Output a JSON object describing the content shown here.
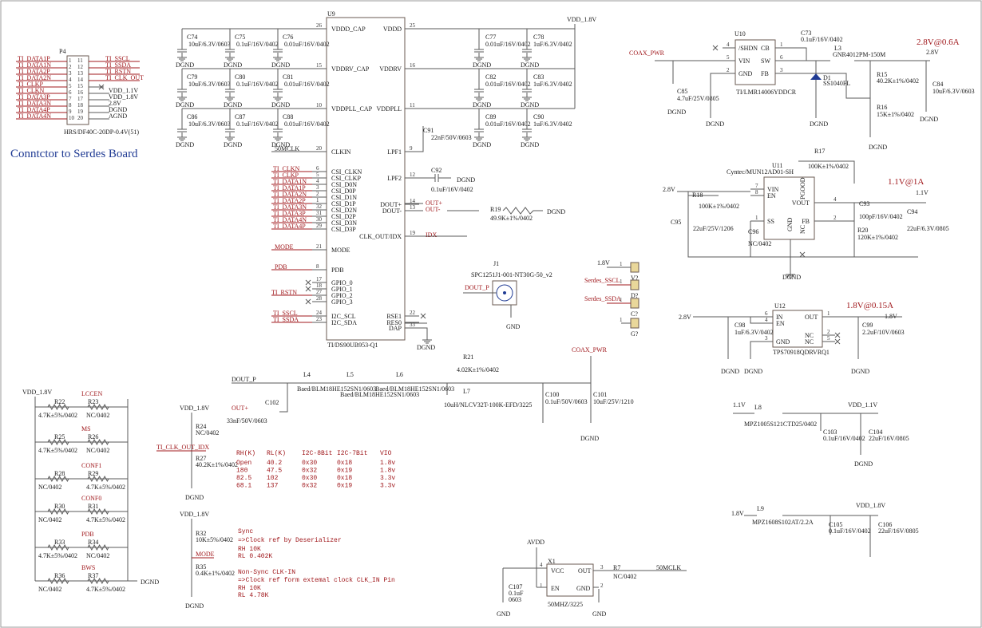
{
  "colors": {
    "wire": "#5a5a5a",
    "net": "#a0181c",
    "title": "#1f3a93",
    "box": "#6a5a50"
  },
  "title_text": "Conntctor to Serdes Board",
  "p4": {
    "ref": "P4",
    "part": "HRS/DF40C-20DP-0.4V(51)",
    "left_nets": [
      "TI_DATA1P",
      "TI_DATA1N",
      "TI_DATA2P",
      "TI_DATA2N",
      "TI_CLKP",
      "TI_CLKN",
      "TI_DATA3P",
      "TI_DATA3N",
      "TI_DATA4P",
      "TI_DATA4N"
    ],
    "left_pins": [
      "1",
      "2",
      "3",
      "4",
      "5",
      "6",
      "7",
      "8",
      "9",
      "10"
    ],
    "right_pins": [
      "11",
      "12",
      "13",
      "14",
      "15",
      "16",
      "17",
      "18",
      "19",
      "20"
    ],
    "right_nets": [
      "TI_SSCL",
      "TI_SSDA",
      "TI_RSTN",
      "TI_CLK_OUT",
      "",
      "VDD_1.1V",
      "VDD_1.8V",
      "2.8V",
      "DGND",
      "AGND"
    ]
  },
  "u9": {
    "ref": "U9",
    "part": "TI/DS90UB953-Q1",
    "left_pins": [
      {
        "num": "26",
        "name": "VDDD_CAP"
      },
      {
        "num": "15",
        "name": "VDDRV_CAP"
      },
      {
        "num": "10",
        "name": "VDDPLL_CAP"
      },
      {
        "num": "20",
        "name": "CLKIN"
      },
      {
        "num": "6",
        "name": "CSI_CLKN"
      },
      {
        "num": "5",
        "name": "CSI_CLKP"
      },
      {
        "num": "4",
        "name": "CSI_D0N"
      },
      {
        "num": "3",
        "name": "CSI_D0P"
      },
      {
        "num": "2",
        "name": "CSI_D1N"
      },
      {
        "num": "1",
        "name": "CSI_D1P"
      },
      {
        "num": "32",
        "name": "CSI_D2N"
      },
      {
        "num": "31",
        "name": "CSI_D2P"
      },
      {
        "num": "30",
        "name": "CSI_D3N"
      },
      {
        "num": "29",
        "name": "CSI_D3P"
      },
      {
        "num": "21",
        "name": "MODE"
      },
      {
        "num": "8",
        "name": "PDB"
      },
      {
        "num": "17",
        "name": "GPIO_0"
      },
      {
        "num": "18",
        "name": "GPIO_1"
      },
      {
        "num": "27",
        "name": "GPIO_2"
      },
      {
        "num": "28",
        "name": "GPIO_3"
      },
      {
        "num": "24",
        "name": "I2C_SCL"
      },
      {
        "num": "23",
        "name": "I2C_SDA"
      }
    ],
    "right_pins": [
      {
        "num": "25",
        "name": "VDDD"
      },
      {
        "num": "16",
        "name": "VDDRV"
      },
      {
        "num": "11",
        "name": "VDDPLL"
      },
      {
        "num": "9",
        "name": "LPF1"
      },
      {
        "num": "12",
        "name": "LPF2"
      },
      {
        "num": "14",
        "name": "DOUT+"
      },
      {
        "num": "13",
        "name": "DOUT-"
      },
      {
        "num": "19",
        "name": "CLK_OUT/IDX"
      },
      {
        "num": "22",
        "name": "RSE1"
      },
      {
        "num": "",
        "name": "RES0"
      },
      {
        "num": "33",
        "name": "DAP"
      }
    ],
    "csi_nets": [
      "TI_CLKN",
      "TI_CLKP",
      "TI_DATA1N",
      "TI_DATA1P",
      "TI_DATA2N",
      "TI_DATA2P",
      "TI_DATA3N",
      "TI_DATA3P",
      "TI_DATA4N",
      "TI_DATA4P"
    ],
    "clkin_net": "50MCLK",
    "mode_net": "MODE",
    "pdb_net": "PDB",
    "rstn_net": "TI_RSTN",
    "scl_net": "TI_SSCL",
    "sda_net": "TI_SSDA",
    "dout_p": "OUT+",
    "dout_n": "OUT-",
    "idx_net": "IDX"
  },
  "decoupling": [
    {
      "ref": "C74",
      "val": "10uF/6.3V/0603"
    },
    {
      "ref": "C75",
      "val": "0.1uF/16V/0402"
    },
    {
      "ref": "C76",
      "val": "0.01uF/16V/0402"
    },
    {
      "ref": "C79",
      "val": "10uF/6.3V/0603"
    },
    {
      "ref": "C80",
      "val": "0.1uF/16V/0402"
    },
    {
      "ref": "C81",
      "val": "0.01uF/16V/0402"
    },
    {
      "ref": "C86",
      "val": "10uF/6.3V/0603"
    },
    {
      "ref": "C87",
      "val": "0.1uF/16V/0402"
    },
    {
      "ref": "C88",
      "val": "0.01uF/16V/0402"
    },
    {
      "ref": "C77",
      "val": "0.01uF/16V/0402"
    },
    {
      "ref": "C78",
      "val": "1uF/6.3V/0402"
    },
    {
      "ref": "C82",
      "val": "0.01uF/16V/0402"
    },
    {
      "ref": "C83",
      "val": "1uF/6.3V/0402"
    },
    {
      "ref": "C89",
      "val": "0.01uF/16V/0402"
    },
    {
      "ref": "C90",
      "val": "1uF/6.3V/0402"
    }
  ],
  "dgnd": "DGND",
  "agnd": "AGND",
  "gnd": "GND",
  "vdd18": "VDD_1.8V",
  "vdd11": "VDD_1.1V",
  "v28": "2.8V",
  "v18": "1.8V",
  "v11": "1.1V",
  "avdd": "AVDD",
  "coax": "COAX_PWR",
  "c91": {
    "ref": "C91",
    "val": "22nF/50V/0603"
  },
  "c92": {
    "ref": "C92",
    "val": "0.1uF/16V/0402"
  },
  "r19": {
    "ref": "R19",
    "val": "49.9K±1%/0402"
  },
  "j1": {
    "ref": "J1",
    "part": "SPC1251J1-001-NT30G-50_v2",
    "net": "DOUT_P"
  },
  "test_points": [
    {
      "net": "1.8V",
      "ref": "V?"
    },
    {
      "net": "Serdes_SSCL",
      "ref": "D?"
    },
    {
      "net": "Serdes_SSDA",
      "ref": "C?"
    },
    {
      "net": "",
      "ref": "G?"
    }
  ],
  "u10": {
    "ref": "U10",
    "part": "TI/LMR14006YDDCR",
    "pins_l": [
      {
        "n": "4",
        "t": "/SHDN"
      },
      {
        "n": "5",
        "t": "VIN"
      },
      {
        "n": "2",
        "t": "GND"
      }
    ],
    "pins_r": [
      {
        "n": "1",
        "t": "CB"
      },
      {
        "n": "6",
        "t": "SW"
      },
      {
        "n": "3",
        "t": "FB"
      }
    ],
    "rail": "2.8V@0.6A"
  },
  "u10_parts": {
    "c73": {
      "ref": "C73",
      "val": "0.1uF/16V/0402"
    },
    "l3": {
      "ref": "L3",
      "val": "GNR4012PM-150M"
    },
    "d1": {
      "ref": "D1",
      "val": "SS1040FL"
    },
    "r15": {
      "ref": "R15",
      "val": "40.2K±1%/0402"
    },
    "r16": {
      "ref": "R16",
      "val": "15K±1%/0402"
    },
    "c84": {
      "ref": "C84",
      "val": "10uF/6.3V/0603"
    },
    "c85": {
      "ref": "C85",
      "val": "4.7uF/25V/0805"
    }
  },
  "u11": {
    "ref": "U11",
    "part": "Cyntec/MUN12AD01-SH",
    "pins_l": [
      {
        "n": "7",
        "t": "VIN"
      },
      {
        "n": "8",
        "t": "EN"
      },
      {
        "n": "1",
        "t": "SS"
      }
    ],
    "pins_r": [
      {
        "n": "4",
        "t": "VOUT"
      },
      {
        "n": "2",
        "t": "FB"
      }
    ],
    "top": "PGOOD",
    "mid": "GND",
    "bot": "NC",
    "rail": "1.1V@1A"
  },
  "u11_parts": {
    "r17": {
      "ref": "R17",
      "val": "100K±1%/0402"
    },
    "r18": {
      "ref": "R18",
      "val": "100K±1%/0402"
    },
    "c93": {
      "ref": "C93",
      "val": "100pF/16V/0402"
    },
    "r20": {
      "ref": "R20",
      "val": "120K±1%/0402"
    },
    "c94": {
      "ref": "C94",
      "val": "22uF/6.3V/0805"
    },
    "c95": {
      "ref": "C95",
      "val": "22uF/25V/1206"
    },
    "c96": {
      "ref": "C96",
      "val": "NC/0402"
    }
  },
  "u12": {
    "ref": "U12",
    "part": "TPS70918QDRVRQ1",
    "pins_l": [
      {
        "n": "6",
        "t": "IN"
      },
      {
        "n": "4",
        "t": "EN"
      },
      {
        "n": "3",
        "t": "GND"
      }
    ],
    "pins_r": [
      {
        "n": "1",
        "t": "OUT"
      },
      {
        "n": "2",
        "t": "NC"
      },
      {
        "n": "5",
        "t": "NC"
      }
    ],
    "rail": "1.8V@0.15A"
  },
  "u12_parts": {
    "c98": {
      "ref": "C98",
      "val": "1uF/6.3V/0402"
    },
    "c99": {
      "ref": "C99",
      "val": "2.2uF/10V/0603"
    }
  },
  "filter": {
    "net": "DOUT_P",
    "l4": {
      "ref": "L4",
      "val": "Baed/BLM18HE152SN1/0603"
    },
    "l5": {
      "ref": "L5",
      "val": "Baed/BLM18HE152SN1/0603"
    },
    "l6": {
      "ref": "L6",
      "val": "Baed/BLM18HE152SN1/0603"
    },
    "r21": {
      "ref": "R21",
      "val": "4.02K±1%/0402"
    },
    "l7": {
      "ref": "L7",
      "val": "10uH/NLCV32T-100K-EFD/3225"
    },
    "c100": {
      "ref": "C100",
      "val": "0.1uF/50V/0603"
    },
    "c101": {
      "ref": "C101",
      "val": "10uF/25V/1210"
    },
    "c102": {
      "ref": "C102",
      "val": "33nF/50V/0603"
    },
    "out_net": "OUT+"
  },
  "l8": {
    "ref": "L8",
    "val": "MPZ1005S121CTD25/0402"
  },
  "c103": {
    "ref": "C103",
    "val": "0.1uF/16V/0402"
  },
  "c104": {
    "ref": "C104",
    "val": "22uF/16V/0805"
  },
  "l9": {
    "ref": "L9",
    "val": "MPZ1608S102AT/2.2A"
  },
  "c105": {
    "ref": "C105",
    "val": "0.1uF/16V/0402"
  },
  "c106": {
    "ref": "C106",
    "val": "22uF/16V/0805"
  },
  "strap": {
    "labels": [
      "LCCEN",
      "MS",
      "CONF1",
      "CONF0",
      "PDB",
      "BWS"
    ],
    "left": [
      {
        "ref": "R22",
        "val": "4.7K±5%/0402"
      },
      {
        "ref": "R25",
        "val": "4.7K±5%/0402"
      },
      {
        "ref": "R28",
        "val": "NC/0402"
      },
      {
        "ref": "R30",
        "val": "NC/0402"
      },
      {
        "ref": "R33",
        "val": "4.7K±5%/0402"
      },
      {
        "ref": "R36",
        "val": "NC/0402"
      }
    ],
    "right": [
      {
        "ref": "R23",
        "val": "NC/0402"
      },
      {
        "ref": "R26",
        "val": "NC/0402"
      },
      {
        "ref": "R29",
        "val": "4.7K±5%/0402"
      },
      {
        "ref": "R31",
        "val": "4.7K±5%/0402"
      },
      {
        "ref": "R34",
        "val": "NC/0402"
      },
      {
        "ref": "R37",
        "val": "4.7K±5%/0402"
      }
    ]
  },
  "r24": {
    "ref": "R24",
    "val": "NC/0402"
  },
  "r27": {
    "ref": "R27",
    "val": "40.2K±1%/0402"
  },
  "idx_label": "TI_CLK_OUT_IDX",
  "r32": {
    "ref": "R32",
    "val": "10K±5%/0402"
  },
  "r35": {
    "ref": "R35",
    "val": "0.4K±1%/0402"
  },
  "mode_table": {
    "headers": [
      "RH(K)",
      "RL(K)",
      "I2C-8Bit",
      "I2C-7Bit",
      "VIO"
    ],
    "rows": [
      [
        "Open",
        "40.2",
        "0x30",
        "0x18",
        "1.8v"
      ],
      [
        "180",
        "47.5",
        "0x32",
        "0x19",
        "1.8v"
      ],
      [
        "82.5",
        "102",
        "0x30",
        "0x18",
        "3.3v"
      ],
      [
        "68.1",
        "137",
        "0x32",
        "0x19",
        "3.3v"
      ]
    ]
  },
  "notes": [
    "Sync",
    "=>Clock ref by Deserializer",
    "RH 10K",
    "RL 0.402K",
    "Non-Sync CLK-IN",
    "=>Clock ref form extemal clock CLK_IN Pin",
    "RH 10K",
    "RL 4.78K"
  ],
  "x1": {
    "ref": "X1",
    "part": "50MHZ/3225",
    "pins": [
      "VCC",
      "OUT",
      "EN",
      "GND"
    ],
    "nums": [
      "4",
      "3",
      "1",
      "2"
    ]
  },
  "r7": {
    "ref": "R7",
    "val": "NC/0402"
  },
  "c107": {
    "ref": "C107",
    "val": "0.1uF",
    "pkg": "0603"
  },
  "clk_net": "50MCLK"
}
